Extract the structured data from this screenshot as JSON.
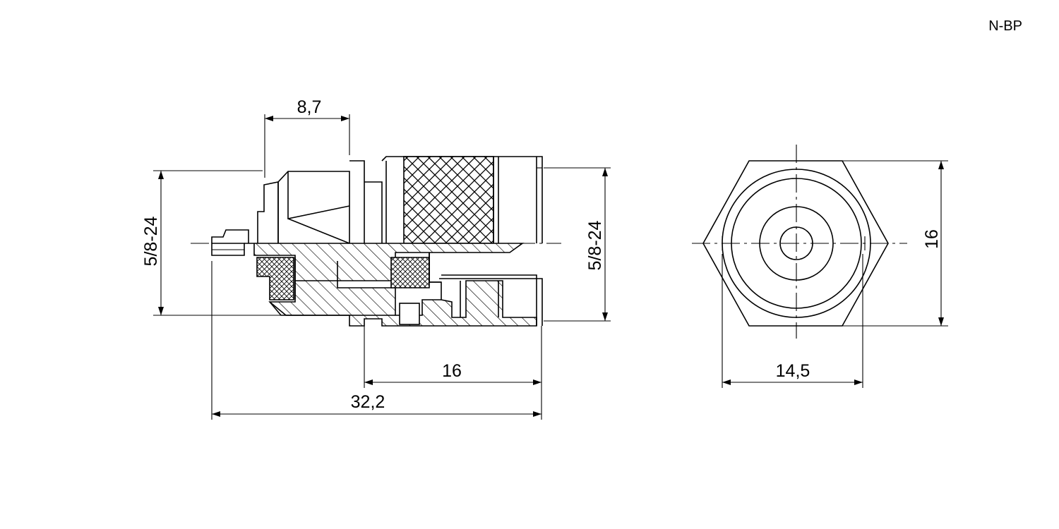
{
  "drawing": {
    "designation": "N-BP",
    "side_view": {
      "dim_top": "8,7",
      "dim_left_thread": "5/8-24",
      "dim_right_thread": "5/8-24",
      "dim_body_length": "16",
      "dim_overall_length": "32,2"
    },
    "end_view": {
      "dim_height": "16",
      "dim_width": "14,5"
    }
  }
}
